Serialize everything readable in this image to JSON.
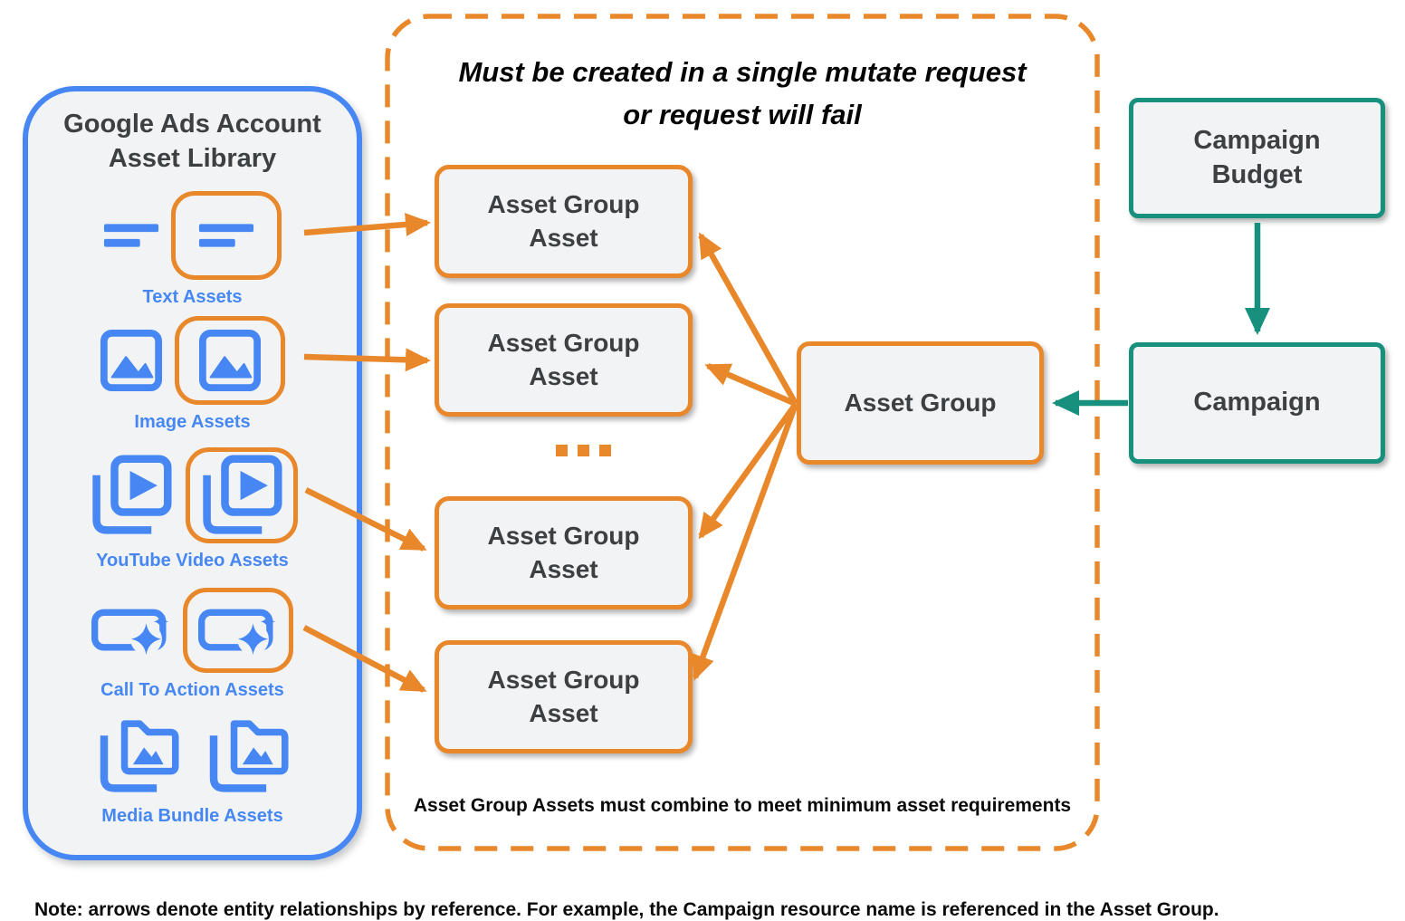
{
  "library": {
    "title_line1": "Google Ads Account",
    "title_line2": "Asset Library",
    "items": [
      {
        "label": "Text Assets",
        "icon": "text-asset-icon"
      },
      {
        "label": "Image Assets",
        "icon": "image-asset-icon"
      },
      {
        "label": "YouTube Video  Assets",
        "icon": "youtube-video-asset-icon"
      },
      {
        "label": "Call To Action Assets",
        "icon": "call-to-action-asset-icon"
      },
      {
        "label": "Media Bundle  Assets",
        "icon": "media-bundle-asset-icon"
      }
    ]
  },
  "mutate_panel": {
    "title_line1": "Must be created in a single mutate request",
    "title_line2": "or request will fail",
    "box_line1": "Asset Group",
    "box_line2": "Asset",
    "footer": "Asset Group Assets must combine to meet minimum asset requirements"
  },
  "entities": {
    "asset_group": "Asset Group",
    "campaign_budget_line1": "Campaign",
    "campaign_budget_line2": "Budget",
    "campaign": "Campaign"
  },
  "note": "Note: arrows denote entity relationships by reference. For example, the Campaign resource name is referenced in the Asset Group.",
  "colors": {
    "blue": "#4687F4",
    "orange": "#E8882B",
    "teal": "#17917E",
    "box_fill": "#F1F3F4",
    "text_dark": "#3C4043"
  }
}
